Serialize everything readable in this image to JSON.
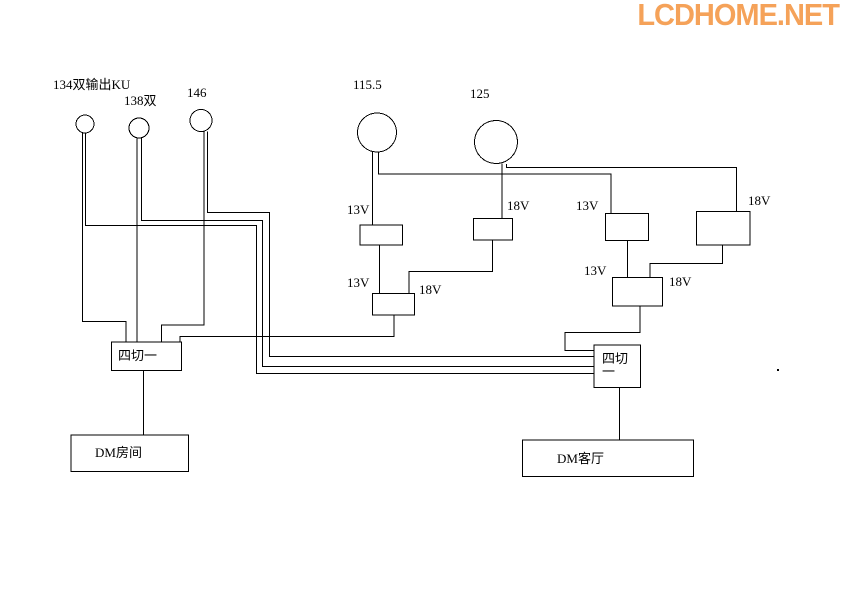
{
  "watermark": {
    "text": "LCDHOME.NET",
    "color": "#F5A259"
  },
  "diagram": {
    "line_color": "#000000",
    "background_color": "#FFFFFF",
    "lnbs": [
      {
        "id": "lnb-134",
        "label": "134双输出KU"
      },
      {
        "id": "lnb-138",
        "label": "138双"
      },
      {
        "id": "lnb-146",
        "label": "146"
      },
      {
        "id": "lnb-115-5",
        "label": "115.5"
      },
      {
        "id": "lnb-125",
        "label": "125"
      }
    ],
    "voltage_labels": [
      {
        "id": "combiner1-in",
        "text": "13V"
      },
      {
        "id": "combiner2-in",
        "text": "18V"
      },
      {
        "id": "combiner4-in",
        "text": "13V"
      },
      {
        "id": "combiner5-in",
        "text": "18V"
      },
      {
        "id": "combiner3-left",
        "text": "13V"
      },
      {
        "id": "combiner3-right",
        "text": "18V"
      },
      {
        "id": "combiner6-left",
        "text": "13V"
      },
      {
        "id": "combiner6-right",
        "text": "18V"
      }
    ],
    "switches": [
      {
        "id": "switch-left",
        "label": "四切一"
      },
      {
        "id": "switch-right",
        "label": "四切一"
      }
    ],
    "receivers": [
      {
        "id": "receiver-room",
        "label": "DM房间"
      },
      {
        "id": "receiver-livingroom",
        "label": "DM客厅"
      }
    ]
  }
}
